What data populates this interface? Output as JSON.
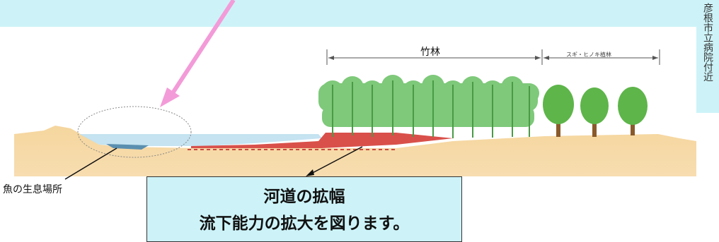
{
  "vertical_label": "彦根市立病院付近",
  "labels": {
    "fish_habitat": "魚の生息場所",
    "bamboo_forest": "竹林",
    "cedar_cypress": "スギ・ヒノキ植林"
  },
  "info_box": {
    "title": "河道の拡幅",
    "subtitle": "流下能力の拡大を図ります。"
  },
  "colors": {
    "band": "#cdf3f8",
    "soil": "#f3cf92",
    "water": "#bfe0ef",
    "excavation": "#d9504a",
    "arrow": "#f39bd8",
    "bamboo": "#7ec97a",
    "tree": "#5eb54a"
  }
}
